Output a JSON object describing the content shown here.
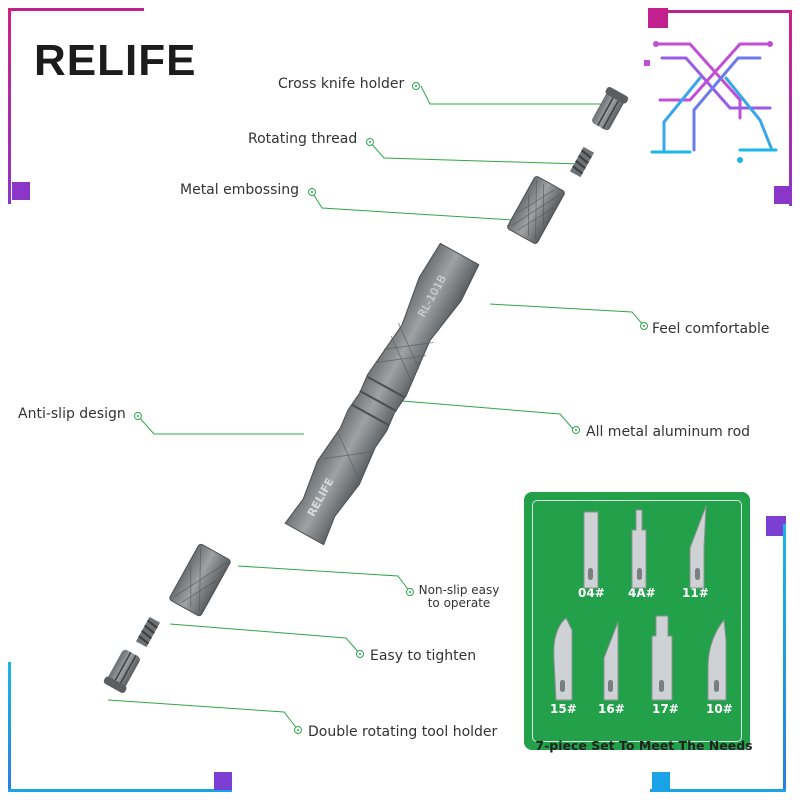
{
  "brand": {
    "logo_text": "RELIFE"
  },
  "callouts": {
    "cross_knife_holder": "Cross knife holder",
    "rotating_thread": "Rotating thread",
    "metal_embossing": "Metal embossing",
    "feel_comfortable": "Feel comfortable",
    "anti_slip_design": "Anti-slip design",
    "all_metal_rod": "All metal aluminum rod",
    "non_slip_line1": "Non-slip easy",
    "non_slip_line2": "to operate",
    "easy_to_tighten": "Easy to tighten",
    "double_rotating": "Double rotating tool holder"
  },
  "tool": {
    "engraving": "RL-101B",
    "handle_text": "RELIFE"
  },
  "blade_set": {
    "labels": [
      "04#",
      "4A#",
      "11#",
      "15#",
      "16#",
      "17#",
      "10#"
    ],
    "caption": "7-piece Set To Meet The Needs"
  },
  "colors": {
    "accent_green": "#2da84a",
    "panel_green": "#23a14a",
    "frame_magenta": "#c2208f",
    "frame_purple": "#7b3fd3",
    "frame_cyan": "#1aa3e6"
  },
  "icons": [
    "x-circuit-icon",
    "callout-dot-icon"
  ]
}
